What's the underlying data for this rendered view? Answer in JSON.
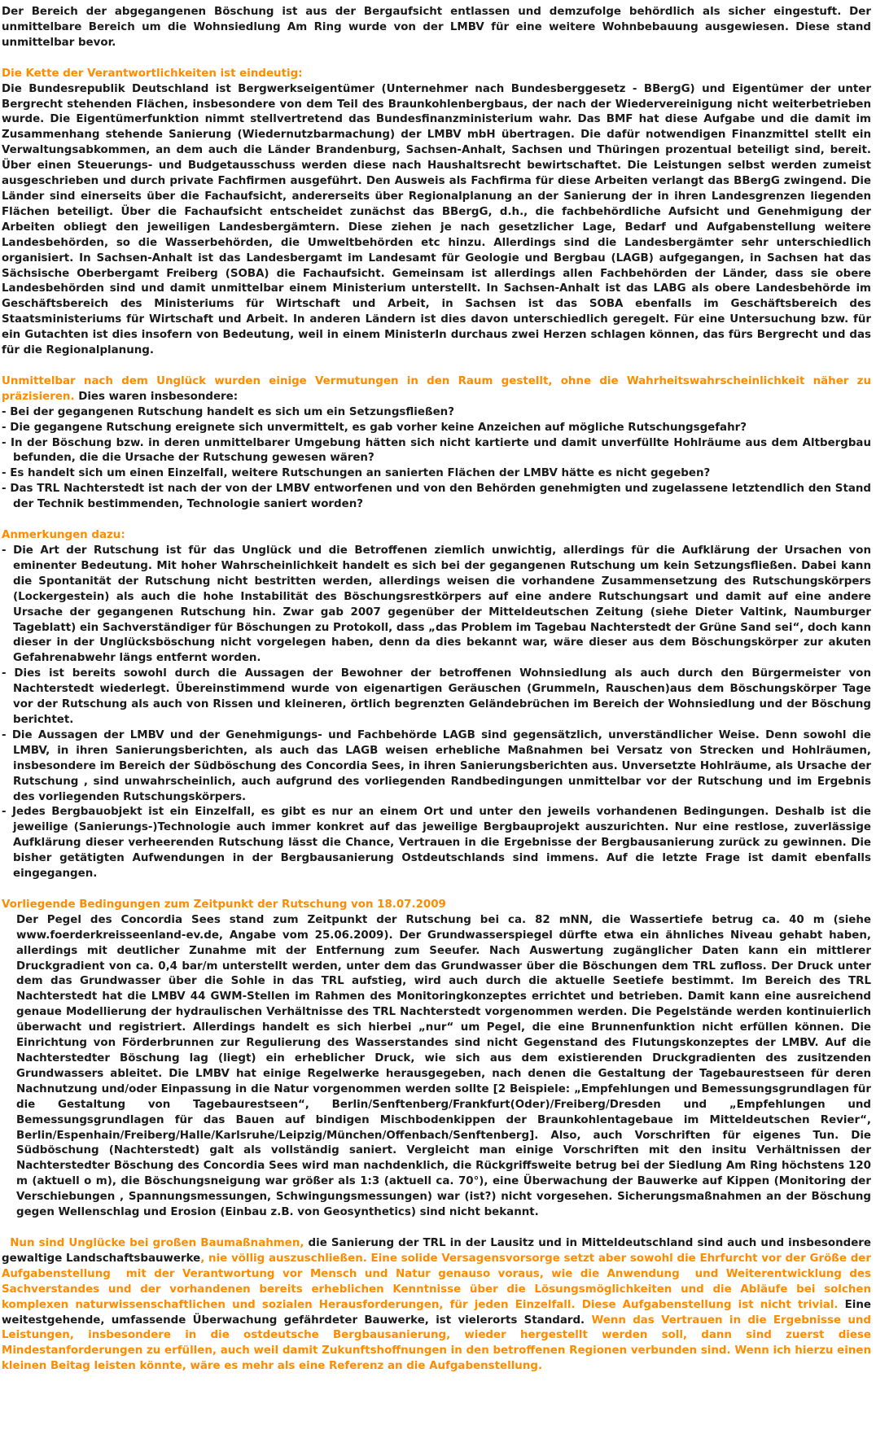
{
  "p1": "Der Bereich der abgegangenen Böschung ist aus der Bergaufsicht entlassen und demzufolge behördlich als sicher eingestuft. Der unmittelbare Bereich um die Wohnsiedlung Am Ring wurde von der LMBV für eine weitere Wohnbebauung ausgewiesen. Diese stand unmittelbar bevor.",
  "h2": "Die Kette der Verantwortlichkeiten ist eindeutig:",
  "p2": "Die Bundesrepublik Deutschland ist Bergwerkseigentümer (Unternehmer nach Bundesberggesetz - BBergG) und Eigentümer der unter Bergrecht stehenden Flächen, insbesondere von dem Teil des Braunkohlenbergbaus, der nach der Wiedervereinigung nicht weiterbetrieben wurde. Die Eigentümerfunktion nimmt stellvertretend das Bundesfinanzministerium wahr. Das BMF hat diese Aufgabe und die damit im Zusammenhang stehende Sanierung (Wiedernutzbarmachung) der LMBV mbH übertragen. Die dafür notwendigen Finanzmittel stellt ein Verwaltungsabkommen, an dem auch die Länder Brandenburg, Sachsen-Anhalt, Sachsen und Thüringen prozentual beteiligt sind, bereit. Über einen Steuerungs- und Budgetausschuss werden diese nach Haushaltsrecht bewirtschaftet. Die Leistungen selbst werden zumeist ausgeschrieben und durch private Fachfirmen ausgeführt.  Den Ausweis als Fachfirma für diese Arbeiten verlangt das BBergG zwingend. Die Länder sind einerseits über die Fachaufsicht, andererseits über Regionalplanung an der Sanierung der in ihren Landesgrenzen liegenden Flächen beteiligt. Über die Fachaufsicht entscheidet zunächst das BBergG, d.h., die fachbehördliche Aufsicht und Genehmigung der Arbeiten obliegt den jeweiligen Landesbergämtern. Diese ziehen je nach gesetzlicher Lage, Bedarf und Aufgabenstellung weitere Landesbehörden, so die Wasserbehörden, die Umweltbehörden etc hinzu.  Allerdings sind die Landesbergämter sehr unterschiedlich organisiert. In Sachsen-Anhalt ist das Landesbergamt im Landesamt für Geologie und Bergbau (LAGB) aufgegangen, in Sachsen hat das Sächsische Oberbergamt Freiberg (SOBA) die Fachaufsicht. Gemeinsam ist allerdings allen Fachbehörden der Länder, dass sie obere Landesbehörden sind und damit  unmittelbar einem Ministerium unterstellt. In Sachsen-Anhalt ist das LABG als obere Landesbehörde im Geschäftsbereich des Ministeriums für Wirtschaft und Arbeit, in Sachsen ist das SOBA ebenfalls im Geschäftsbereich des Staatsministeriums für Wirtschaft und Arbeit. In anderen Ländern ist dies davon unterschiedlich geregelt. Für eine Untersuchung bzw. für ein Gutachten ist dies insofern von Bedeutung, weil in einem MinisterIn durchaus zwei Herzen schlagen können, das fürs Bergrecht und das für die Regionalplanung.",
  "h3": "Unmittelbar nach dem Unglück wurden einige Vermutungen in den Raum gestellt, ohne die Wahrheitswahrscheinlichkeit näher zu präzisieren.",
  "h3_tail": " Dies waren insbesondere:",
  "list1": [
    "- Bei der gegangenen Rutschung handelt es sich um ein Setzungsfließen?",
    "- Die gegangene Rutschung ereignete sich unvermittelt, es gab vorher keine Anzeichen auf mögliche Rutschungsgefahr?",
    "- In der Böschung bzw. in deren unmittelbarer Umgebung hätten sich nicht kartierte und damit unverfüllte Hohlräume aus dem Altbergbau befunden, die die Ursache der Rutschung gewesen wären?",
    "- Es handelt sich um einen Einzelfall, weitere Rutschungen an sanierten Flächen der LMBV hätte es nicht gegeben?",
    "- Das TRL Nachterstedt ist nach der von der LMBV entworfenen und von den Behörden genehmigten und zugelassene letztendlich den  Stand der Technik bestimmenden, Technologie saniert worden?"
  ],
  "h4": "Anmerkungen dazu:",
  "list2": [
    "- Die Art der Rutschung ist für das Unglück und die Betroffenen ziemlich unwichtig, allerdings für die Aufklärung der Ursachen von eminenter Bedeutung. Mit hoher Wahrscheinlichkeit handelt es sich bei der gegangenen Rutschung um kein Setzungsfließen. Dabei kann die Spontanität der Rutschung nicht bestritten werden, allerdings weisen die vorhandene Zusammensetzung des Rutschungskörpers (Lockergestein) als auch die hohe Instabilität des Böschungsrestkörpers auf eine andere Rutschungsart und damit auf eine andere Ursache der gegangenen Rutschung hin. Zwar gab 2007 gegenüber der Mitteldeutschen Zeitung (siehe Dieter Valtink, Naumburger Tageblatt) ein Sachverständiger für Böschungen zu Protokoll, dass „das Problem im Tagebau Nachterstedt der Grüne Sand sei“, doch kann dieser in der Unglücksböschung nicht vorgelegen haben, denn da dies bekannt war, wäre dieser aus dem Böschungskörper zur akuten  Gefahrenabwehr längs entfernt worden.",
    "- Dies ist bereits sowohl durch die Aussagen der Bewohner der betroffenen Wohnsiedlung als auch durch den Bürgermeister von Nachterstedt wiederlegt. Übereinstimmend wurde von eigenartigen Geräuschen (Grummeln, Rauschen)aus dem Böschungskörper Tage vor der Rutschung als auch von Rissen und kleineren, örtlich begrenzten Geländebrüchen im Bereich der Wohnsiedlung und der Böschung berichtet.",
    "- Die Aussagen der LMBV und der Genehmigungs- und Fachbehörde LAGB sind gegensätzlich, unverständlicher Weise. Denn sowohl die LMBV, in ihren  Sanierungsberichten, als auch das LAGB weisen erhebliche Maßnahmen bei Versatz von Strecken und Hohlräumen, insbesondere im Bereich der Südböschung des Concordia Sees, in ihren Sanierungsberichten aus. Unversetzte Hohlräume, als Ursache der Rutschung , sind unwahrscheinlich, auch aufgrund des vorliegenden Randbedingungen unmittelbar vor der Rutschung und im Ergebnis des vorliegenden Rutschungskörpers.",
    "- Jedes Bergbauobjekt ist ein Einzelfall, es gibt es nur an einem Ort und unter den jeweils vorhandenen Bedingungen. Deshalb ist die jeweilige (Sanierungs-)Technologie auch immer konkret auf das jeweilige Bergbauprojekt auszurichten. Nur  eine restlose, zuverlässige Aufklärung dieser verheerenden Rutschung lässt die Chance, Vertrauen in die Ergebnisse der Bergbausanierung zurück zu gewinnen. Die bisher getätigten Aufwendungen in der Bergbausanierung  Ostdeutschlands sind immens. Auf die letzte Frage ist damit ebenfalls eingegangen."
  ],
  "h5": "Vorliegende Bedingungen zum Zeitpunkt der Rutschung von 18.07.2009",
  "p5": "Der Pegel des Concordia Sees stand zum Zeitpunkt der Rutschung bei ca. 82 mNN, die Wassertiefe betrug ca. 40 m (siehe www.foerderkreisseenland-ev.de, Angabe vom 25.06.2009). Der Grundwasserspiegel dürfte etwa ein ähnliches Niveau gehabt haben, allerdings mit deutlicher Zunahme mit der Entfernung zum Seeufer. Nach Auswertung zugänglicher Daten kann ein mittlerer Druckgradient von ca. 0,4 bar/m unterstellt werden,  unter dem das Grundwasser über die Böschungen dem TRL zufloss. Der Druck unter dem das Grundwasser über die Sohle in das TRL aufstieg, wird auch durch die aktuelle Seetiefe bestimmt.  Im Bereich des TRL Nachterstedt hat die LMBV 44 GWM-Stellen im Rahmen des Monitoringkonzeptes errichtet und betrieben. Damit kann eine ausreichend genaue Modellierung der hydraulischen Verhältnisse des TRL Nachterstedt vorgenommen werden. Die Pegelstände werden kontinuierlich überwacht und registriert. Allerdings handelt es sich hierbei „nur“ um Pegel, die eine Brunnenfunktion nicht erfüllen können. Die Einrichtung von Förderbrunnen zur Regulierung des Wasserstandes sind nicht Gegenstand des Flutungskonzeptes der LMBV. Auf die Nachterstedter Böschung lag (liegt) ein erheblicher Druck, wie sich aus dem existierenden Druckgradienten des zusitzenden Grundwassers ableitet. Die LMBV hat einige Regelwerke herausgegeben, nach denen die Gestaltung der Tagebaurestseen für deren Nachnutzung und/oder Einpassung in die Natur vorgenommen werden sollte [2 Beispiele: „Empfehlungen und Bemessungsgrundlagen für die Gestaltung von Tagebaurestseen“, Berlin/Senftenberg/Frankfurt(Oder)/Freiberg/Dresden und „Empfehlungen und Bemessungsgrundlagen für das Bauen auf bindigen Mischbodenkippen der Braunkohlentagebaue im Mitteldeutschen Revier“, Berlin/Espenhain/Freiberg/Halle/Karlsruhe/Leipzig/München/Offenbach/Senftenberg]. Also, auch Vorschriften für eigenes Tun. Die Südböschung (Nachterstedt) galt als vollständig saniert.  Vergleicht man einige Vorschriften mit den insitu Verhältnissen der Nachterstedter Böschung des Concordia Sees wird man nachdenklich, die Rückgriffsweite betrug bei der Siedlung Am Ring höchstens 120 m (aktuell o m), die Böschungsneigung war größer als 1:3  (aktuell ca. 70°), eine Überwachung der Bauwerke auf Kippen (Monitoring der Verschiebungen , Spannungsmessungen, Schwingungsmessungen) war (ist?) nicht vorgesehen. Sicherungsmaßnahmen an der Böschung gegen Wellenschlag und Erosion (Einbau z.B. von Geosynthetics) sind nicht bekannt.",
  "p6": {
    "s1": "  Nun sind Unglücke bei großen Baumaßnahmen,",
    "s2": " die Sanierung der TRL in der Lausitz und in Mitteldeutschland sind auch und insbesondere gewaltige Landschaftsbauwerke",
    "s3": ", nie völlig auszuschließen. Eine solide Versagensvorsorge setzt aber sowohl die Ehrfurcht vor der Größe der Aufgabenstellung  mit der Verantwortung vor Mensch und Natur genauso voraus, wie die Anwendung  und Weiterentwicklung des Sachverstandes und der vorhandenen bereits erheblichen Kenntnisse über die Lösungsmöglichkeiten und die Abläufe bei solchen komplexen naturwissenschaftlichen und sozialen Herausforderungen, für jeden Einzelfall. Diese Aufgabenstellung ist nicht trivial.",
    "s4": " Eine weitestgehende, umfassende Überwachung gefährdeter Bauwerke, ist vielerorts Standard.",
    "s5": " Wenn das Vertrauen in die Ergebnisse und Leistungen, insbesondere in die ostdeutsche Bergbausanierung, wieder hergestellt werden soll, dann sind zuerst diese Mindestanforderungen zu erfüllen, auch weil damit Zukunftshoffnungen in den betroffenen Regionen verbunden sind. Wenn ich hierzu einen kleinen Beitag leisten könnte, wäre es mehr als eine Referenz an die Aufgabenstellung."
  }
}
